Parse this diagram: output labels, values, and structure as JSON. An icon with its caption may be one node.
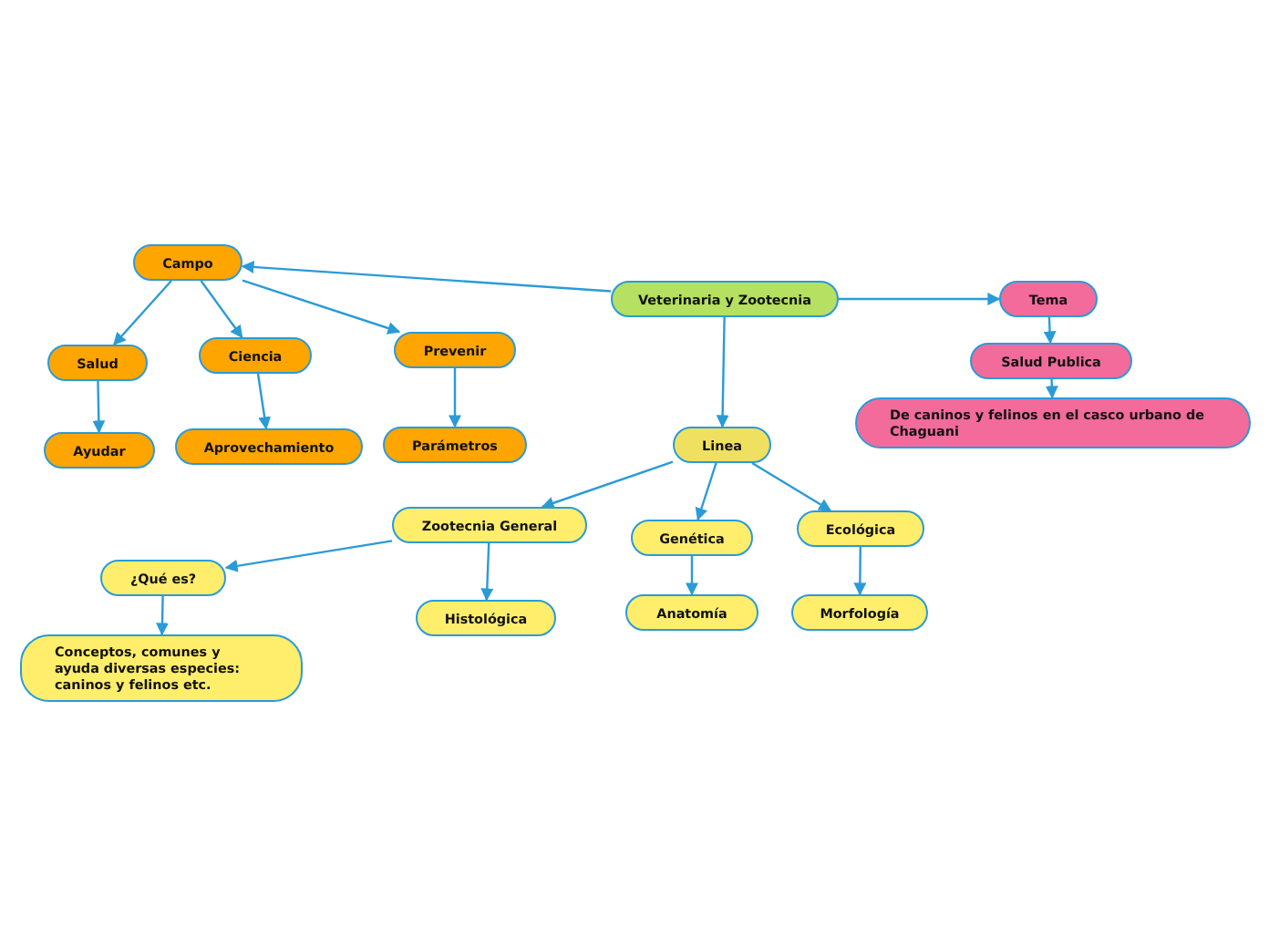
{
  "diagram": {
    "nodes": [
      {
        "text": [
          "Veterinaria y Zootecnia"
        ]
      },
      {
        "text": [
          "Campo"
        ]
      },
      {
        "text": [
          "Salud"
        ]
      },
      {
        "text": [
          "Ciencia"
        ]
      },
      {
        "text": [
          "Prevenir"
        ]
      },
      {
        "text": [
          "Ayudar"
        ]
      },
      {
        "text": [
          "Aprovechamiento"
        ]
      },
      {
        "text": [
          "Parámetros"
        ]
      },
      {
        "text": [
          "Tema"
        ]
      },
      {
        "text": [
          "Salud Publica"
        ]
      },
      {
        "text": [
          "De caninos y felinos en el casco urbano de Chaguani"
        ]
      },
      {
        "text": [
          "Linea"
        ]
      },
      {
        "text": [
          "Zootecnia General"
        ]
      },
      {
        "text": [
          "Genética"
        ]
      },
      {
        "text": [
          "Ecológica"
        ]
      },
      {
        "text": [
          "¿Qué es?"
        ]
      },
      {
        "text": [
          "Histológica"
        ]
      },
      {
        "text": [
          "Anatomía"
        ]
      },
      {
        "text": [
          "Morfología"
        ]
      },
      {
        "text": [
          "Conceptos, comunes y ayuda diversas especies: caninos y felinos etc."
        ]
      }
    ],
    "edges": [
      {
        "from": 0,
        "to": 1,
        "arrow": "to"
      },
      {
        "from": 1,
        "to": 2,
        "arrow": "to"
      },
      {
        "from": 1,
        "to": 3,
        "arrow": "to"
      },
      {
        "from": 1,
        "to": 4,
        "arrow": "to"
      },
      {
        "from": 2,
        "to": 5,
        "arrow": "to"
      },
      {
        "from": 3,
        "to": 6,
        "arrow": "to"
      },
      {
        "from": 4,
        "to": 7,
        "arrow": "to"
      },
      {
        "from": 0,
        "to": 8,
        "arrow": "to"
      },
      {
        "from": 8,
        "to": 9,
        "arrow": "to"
      },
      {
        "from": 9,
        "to": 10,
        "arrow": "to"
      },
      {
        "from": 0,
        "to": 11,
        "arrow": "to"
      },
      {
        "from": 11,
        "to": 12,
        "arrow": "to"
      },
      {
        "from": 11,
        "to": 13,
        "arrow": "to"
      },
      {
        "from": 11,
        "to": 14,
        "arrow": "to"
      },
      {
        "from": 12,
        "to": 15,
        "arrow": "to"
      },
      {
        "from": 12,
        "to": 16,
        "arrow": "to"
      },
      {
        "from": 13,
        "to": 17,
        "arrow": "to"
      },
      {
        "from": 14,
        "to": 18,
        "arrow": "to"
      },
      {
        "from": 15,
        "to": 19,
        "arrow": "to"
      }
    ]
  }
}
